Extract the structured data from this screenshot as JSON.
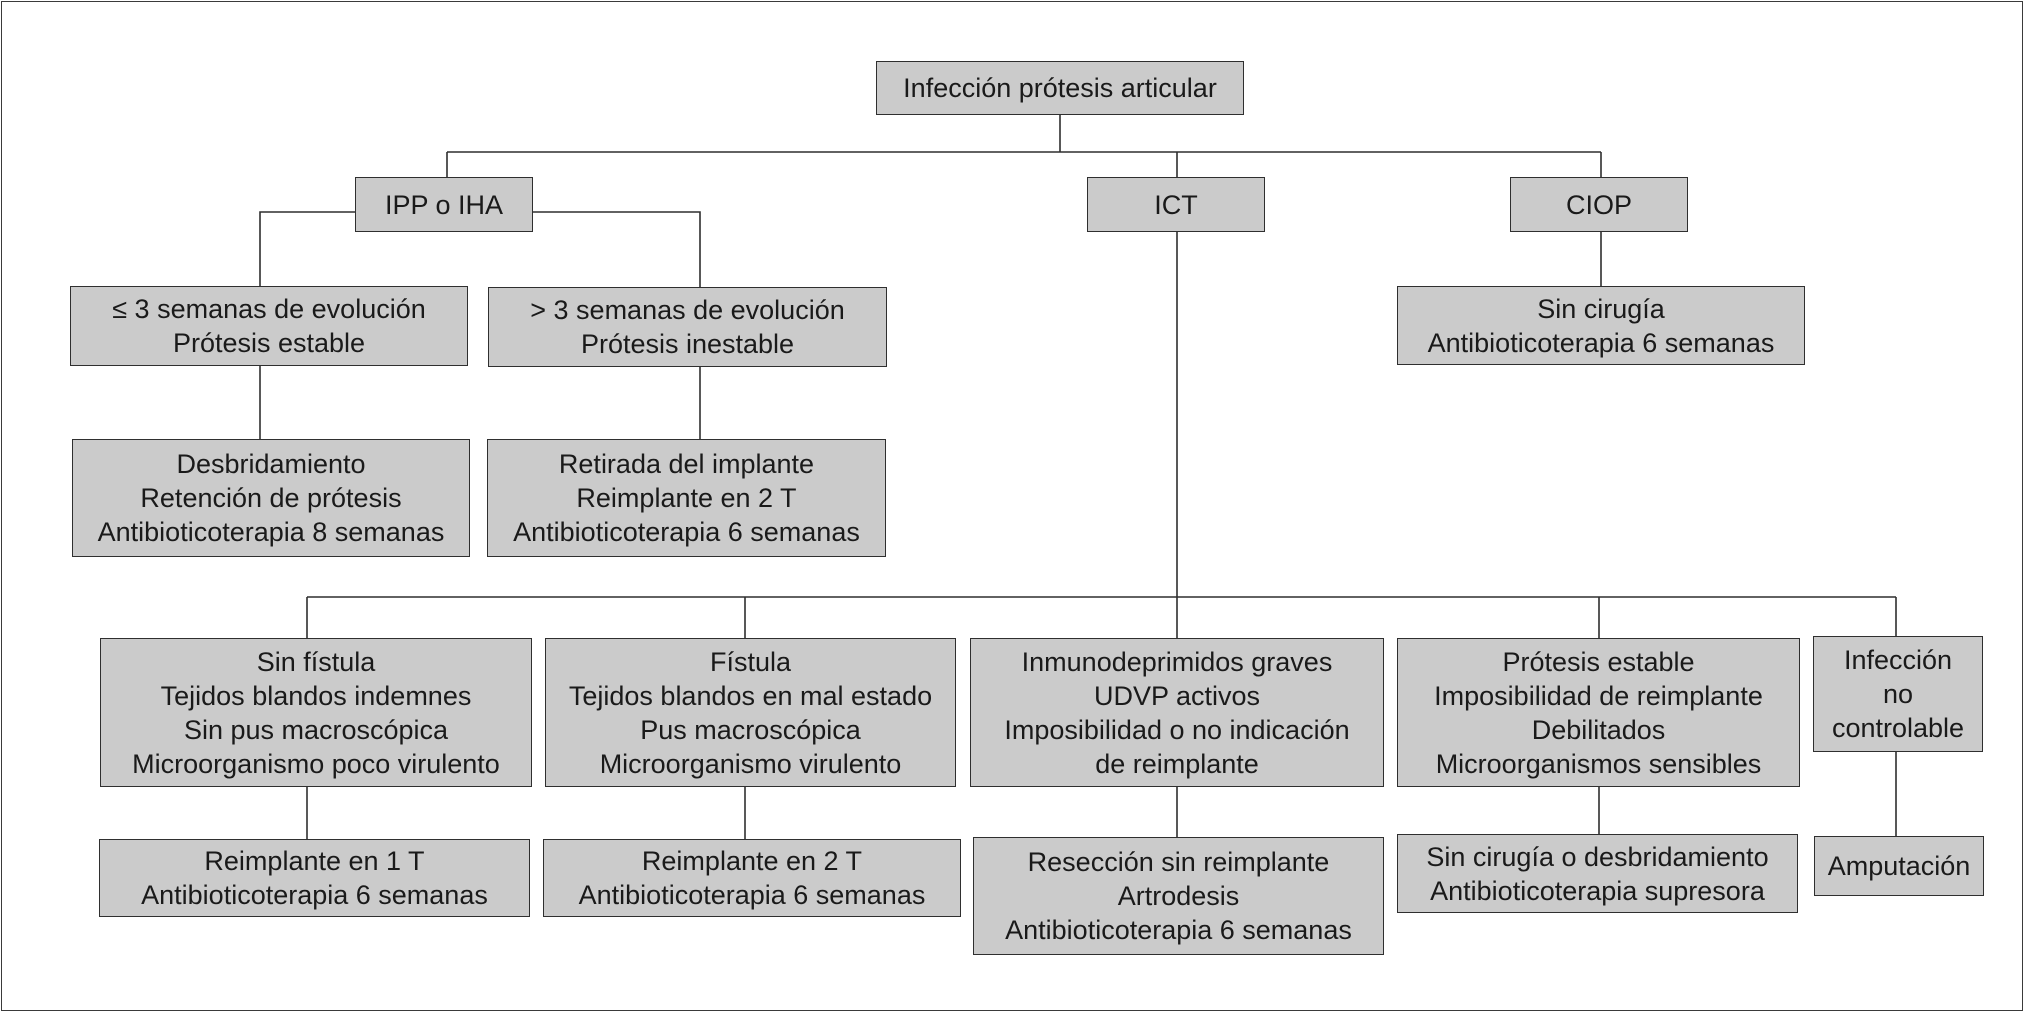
{
  "colors": {
    "box_fill": "#cbcbcb",
    "box_border": "#2f2f2f",
    "line": "#2f2f2f",
    "background": "#ffffff"
  },
  "nodes": {
    "root": [
      "Infección prótesis articular"
    ],
    "ipp": [
      "IPP o IHA"
    ],
    "ict": [
      "ICT"
    ],
    "ciop": [
      "CIOP"
    ],
    "early": [
      "≤ 3 semanas de evolución",
      "Prótesis estable"
    ],
    "late": [
      "> 3 semanas de evolución",
      "Prótesis inestable"
    ],
    "ciop_tx": [
      "Sin cirugía",
      "Antibioticoterapia 6 semanas"
    ],
    "early_tx": [
      "Desbridamiento",
      "Retención de prótesis",
      "Antibioticoterapia 8 semanas"
    ],
    "late_tx": [
      "Retirada del implante",
      "Reimplante en 2 T",
      "Antibioticoterapia 6 semanas"
    ],
    "no_fistula": [
      "Sin fístula",
      "Tejidos blandos indemnes",
      "Sin pus macroscópica",
      "Microorganismo poco virulento"
    ],
    "fistula": [
      "Fístula",
      "Tejidos blandos en mal estado",
      "Pus macroscópica",
      "Microorganismo virulento"
    ],
    "immuno": [
      "Inmunodeprimidos graves",
      "UDVP activos",
      "Imposibilidad o no indicación",
      "de reimplante"
    ],
    "stable": [
      "Prótesis estable",
      "Imposibilidad de reimplante",
      "Debilitados",
      "Microorganismos sensibles"
    ],
    "uncontrolled": [
      "Infección",
      "no",
      "controlable"
    ],
    "no_fistula_tx": [
      "Reimplante en 1 T",
      "Antibioticoterapia 6 semanas"
    ],
    "fistula_tx": [
      "Reimplante en 2 T",
      "Antibioticoterapia 6 semanas"
    ],
    "immuno_tx": [
      "Resección sin reimplante",
      "Artrodesis",
      "Antibioticoterapia 6 semanas"
    ],
    "stable_tx": [
      "Sin cirugía o desbridamiento",
      "Antibioticoterapia supresora"
    ],
    "uncontrolled_tx": [
      "Amputación"
    ]
  }
}
